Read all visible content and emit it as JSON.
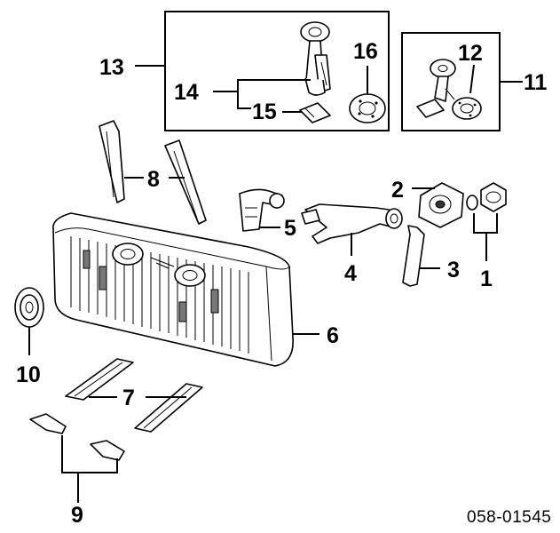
{
  "diagram": {
    "callouts": {
      "c1": "1",
      "c2": "2",
      "c3": "3",
      "c4": "4",
      "c5": "5",
      "c6": "6",
      "c7": "7",
      "c8": "8",
      "c9": "9",
      "c10": "10",
      "c11": "11",
      "c12": "12",
      "c13": "13",
      "c14": "14",
      "c15": "15",
      "c16": "16"
    },
    "diagram_code": "058-01545"
  }
}
